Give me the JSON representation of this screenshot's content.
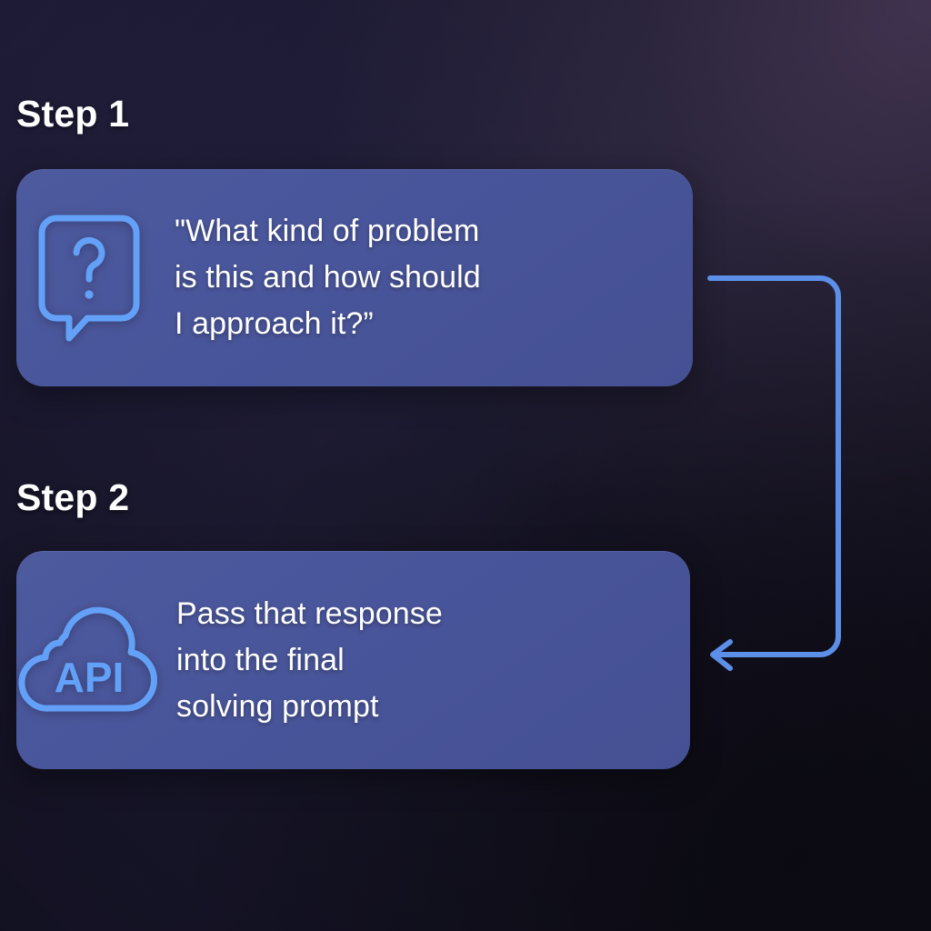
{
  "theme": {
    "background_dark": "#1a1830",
    "background_purple": "#453a55",
    "card_fill": "#4a5799",
    "accent_blue": "#64a0f7",
    "text_white": "#ffffff"
  },
  "steps": [
    {
      "label": "Step 1",
      "icon": "question-speech-bubble-icon",
      "text": "\"What kind of problem\nis this and how should\nI approach it?”"
    },
    {
      "label": "Step 2",
      "icon": "api-cloud-icon",
      "icon_text": "API",
      "text": "Pass that response\ninto the final\nsolving prompt"
    }
  ],
  "connector": {
    "name": "step1-to-step2-arrow",
    "direction": "from step 1 right edge, around, into step 2 right edge",
    "color": "#5b8fe8"
  }
}
